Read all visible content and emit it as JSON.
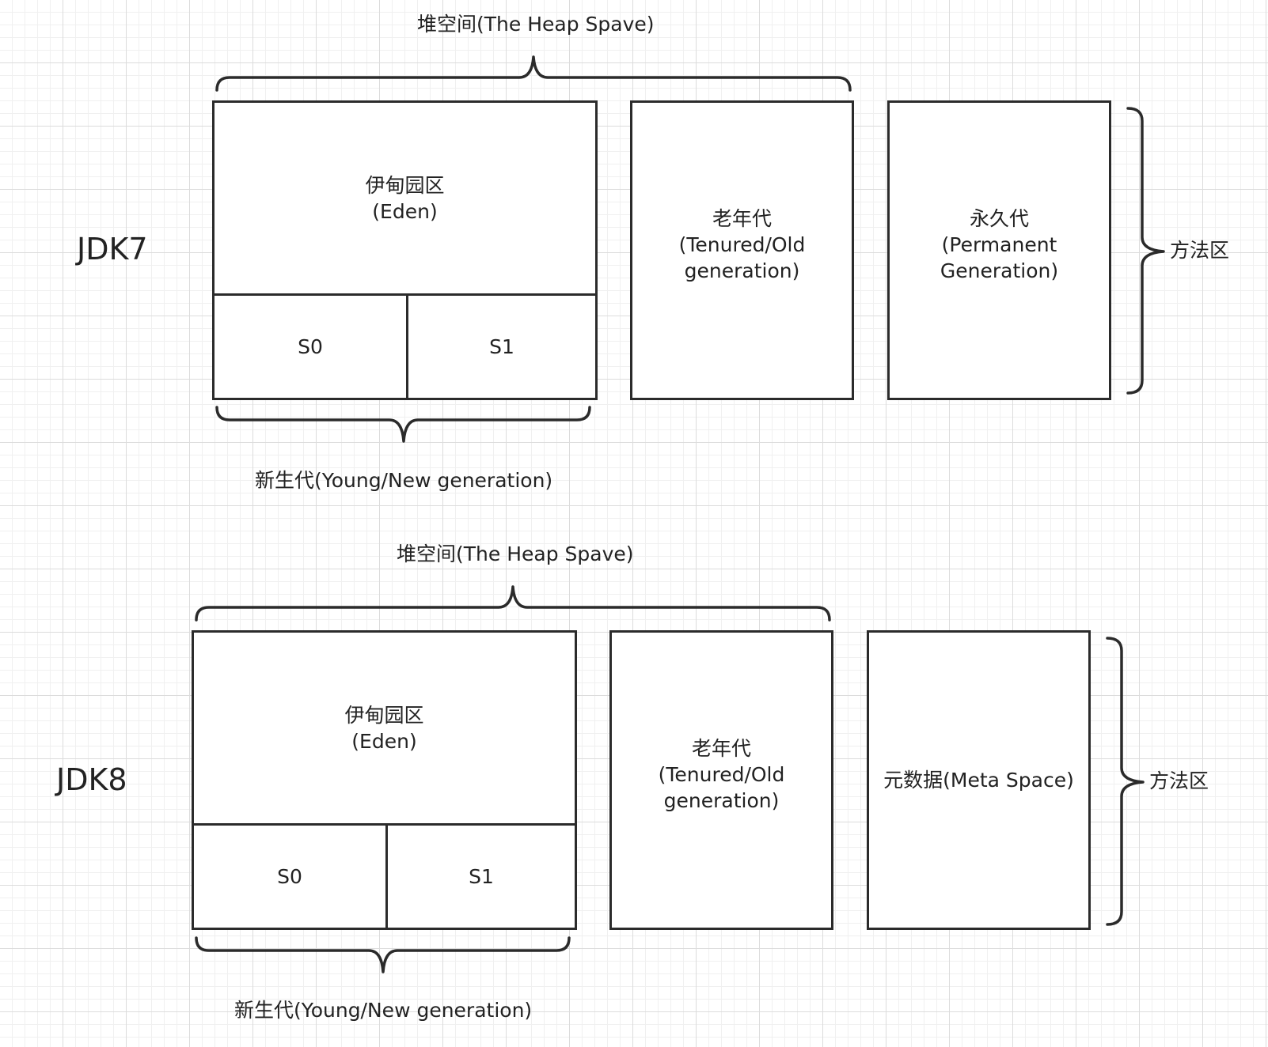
{
  "jdk7": {
    "label": "JDK7",
    "heap_label": "堆空间(The Heap Spave)",
    "eden": [
      "伊甸园区",
      "(Eden)"
    ],
    "s0": "S0",
    "s1": "S1",
    "old": [
      "老年代",
      "(Tenured/Old",
      "generation)"
    ],
    "perm": [
      "永久代",
      "(Permanent",
      "Generation)"
    ],
    "method_area": "方法区",
    "young_label": "新生代(Young/New generation)"
  },
  "jdk8": {
    "label": "JDK8",
    "heap_label": "堆空间(The Heap Spave)",
    "eden": [
      "伊甸园区",
      "(Eden)"
    ],
    "s0": "S0",
    "s1": "S1",
    "old": [
      "老年代",
      "(Tenured/Old",
      "generation)"
    ],
    "meta": "元数据(Meta Space)",
    "method_area": "方法区",
    "young_label": "新生代(Young/New generation)"
  }
}
